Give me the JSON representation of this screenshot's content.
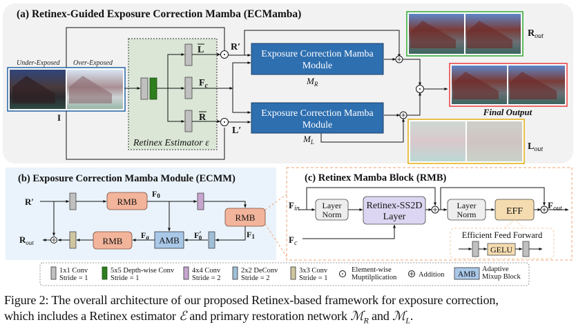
{
  "panel_a": {
    "title": "(a)  Retinex-Guided Exposure Correction Mamba (ECMamba)",
    "input_labels": {
      "under": "Under-Exposed",
      "over": "Over-Exposed",
      "input": "I"
    },
    "estimator_label": "Retinex Estimator ε",
    "branch_labels": {
      "l_bar": "L",
      "fc": "F",
      "fc_sub": "c",
      "r_bar": "R"
    },
    "r_prime": "R′",
    "l_prime": "L′",
    "module_top": {
      "line1": "Exposure Correction Mamba",
      "line2": "Module",
      "name": "M",
      "name_sub": "R"
    },
    "module_bottom": {
      "line1": "Exposure Correction Mamba",
      "line2": "Module",
      "name": "M",
      "name_sub": "L"
    },
    "outputs": {
      "r_out": "R",
      "r_out_sub": "out",
      "final": "Final Output",
      "l_out": "L",
      "l_out_sub": "out"
    }
  },
  "panel_b": {
    "title": "(b)  Exposure Correction Mamba Module (ECMM)",
    "input": "R′",
    "output": "R",
    "output_sub": "out",
    "rmb": "RMB",
    "amb": "AMB",
    "f0": "F",
    "f0_sub": "0",
    "f1": "F",
    "f1_sub": "1",
    "f0p": "F",
    "f0p_sub": "0",
    "f0p_prime": "′",
    "fa": "F",
    "fa_sub": "a"
  },
  "panel_c": {
    "title": "(c)  Retinex Mamba Block (RMB)",
    "fin": "F",
    "fin_sub": "in",
    "fc": "F",
    "fc_sub": "c",
    "fout": "F",
    "fout_sub": "out",
    "layer_norm_1": "Layer",
    "layer_norm_2": "Norm",
    "ss2d_1": "Retinex-SS2D",
    "ss2d_2": "Layer",
    "eff": "EFF",
    "eff_title": "Efficient  Feed Forward",
    "gelu": "GELU"
  },
  "legend": [
    {
      "l1": "1x1 Conv",
      "l2": "Stride = 1",
      "color": "#c0c0c0"
    },
    {
      "l1": "5x5 Depth-wise Conv",
      "l2": "Stride = 1",
      "color": "#2e7d1e"
    },
    {
      "l1": "4x4 Conv",
      "l2": "Stride = 2",
      "color": "#c7a6cf"
    },
    {
      "l1": "2x2 DeConv",
      "l2": "Stride = 2",
      "color": "#9fbfd6"
    },
    {
      "l1": "3x3 Conv",
      "l2": "Stride = 1",
      "color": "#cfc6a0"
    },
    {
      "l1": "Element-wise",
      "l2": "Muptilplication",
      "symbol": "⊙"
    },
    {
      "l1": "Addition",
      "symbol": "⊕"
    },
    {
      "badge": "AMB",
      "l1": "Adaptive",
      "l2": "Mixup Block"
    }
  ],
  "caption": {
    "line1": "Figure 2: The overall architecture of our proposed Retinex-based framework for exposure correction,",
    "line2a": "which includes a Retinex estimator ",
    "est": "ℰ",
    "line2b": " and primary restoration network ",
    "mr": "ℳ",
    "mr_sub": "R",
    "and": " and ",
    "ml": "ℳ",
    "ml_sub": "L",
    "end": "."
  },
  "colors": {
    "module_blue": "#2e6fb0",
    "rmb_salmon": "#f2b49a",
    "amb_blue": "#a9c8e8",
    "ss2d_purple": "#ddd6f2",
    "eff_tan": "#f5dcb0",
    "estimator_green": "#dbe6d6",
    "r_out_border": "#3aaa3a",
    "final_border": "#e84545",
    "l_out_border": "#e3b21a",
    "input_border": "#2f6aa8"
  }
}
